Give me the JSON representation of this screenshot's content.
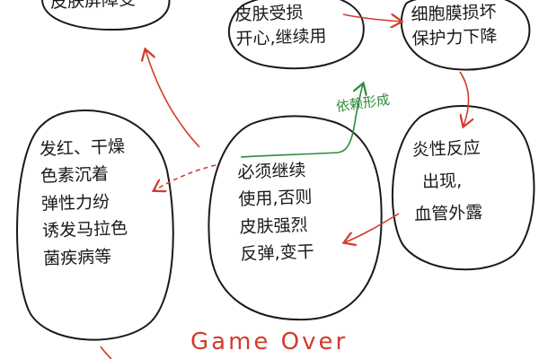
{
  "diagram": {
    "top_left_partial": "皮肤屏障受",
    "node_top_center": [
      "皮肤受损",
      "开心,继续用"
    ],
    "node_top_right": [
      "细胞膜损坏",
      "保护力下降"
    ],
    "node_right": [
      "炎性反应",
      "出现,",
      "血管外露"
    ],
    "node_center": [
      "必须继续",
      "使用,否则",
      "皮肤强烈",
      "反弹,变干"
    ],
    "node_left": [
      "发红、干燥",
      "色素沉着",
      "弹性力纷",
      "诱发马拉色",
      "菌疾病等"
    ],
    "dependency_label": "依赖形成",
    "game_over": "Game Over",
    "colors": {
      "ink": "#1a1a1a",
      "arrow": "#d23b2c",
      "dependency": "#2e8b3c"
    }
  }
}
